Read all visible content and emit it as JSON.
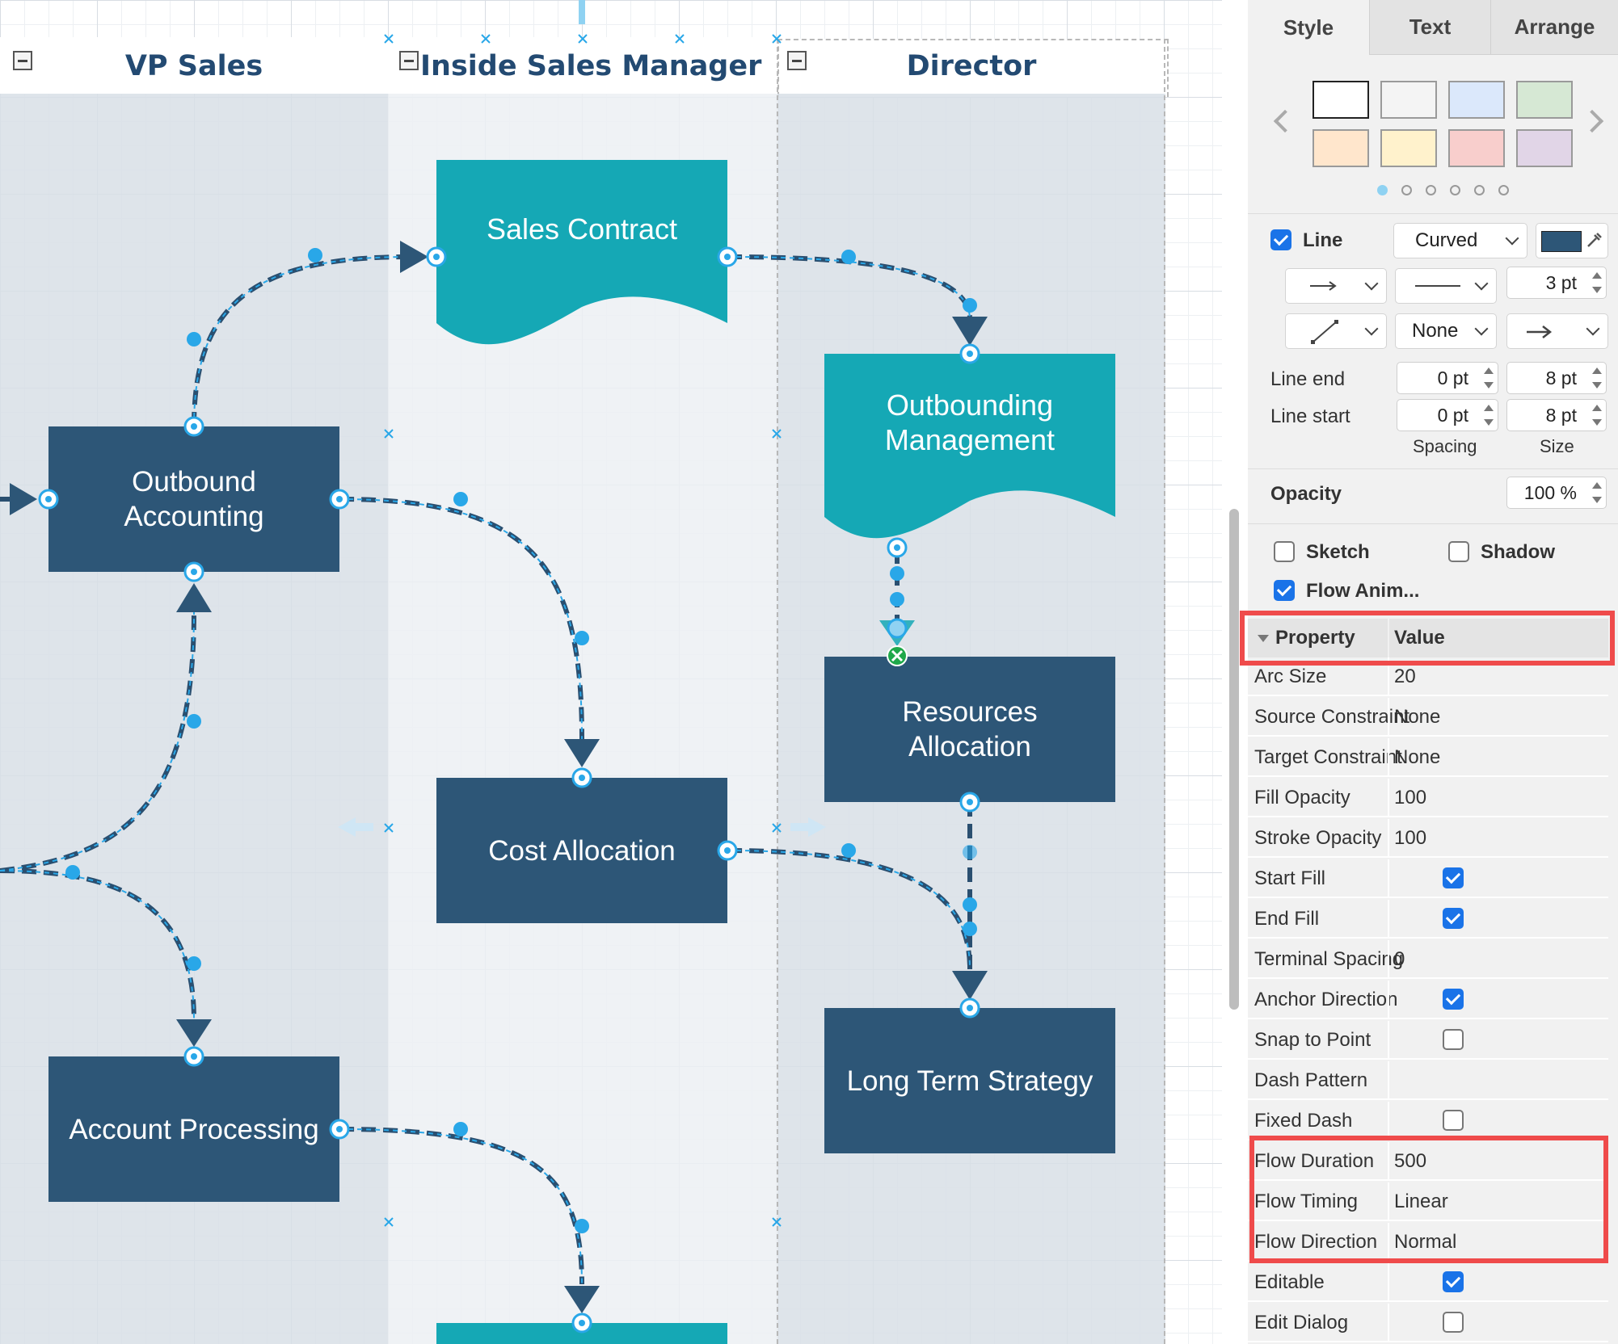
{
  "lanes": [
    {
      "title": "VP Sales"
    },
    {
      "title": "Inside Sales Manager"
    },
    {
      "title": "Director"
    }
  ],
  "shapes": {
    "sales_contract": "Sales Contract",
    "outbound_accounting": "Outbound Accounting",
    "outbounding_management_line1": "Outbounding",
    "outbounding_management_line2": "Management",
    "resources_allocation": "Resources Allocation",
    "cost_allocation": "Cost Allocation",
    "account_processing": "Account Processing",
    "long_term_strategy": "Long Term Strategy"
  },
  "colors": {
    "teal_document": "#15a8b5",
    "dark_process": "#2d5677",
    "edge": "#2a4f70",
    "selection": "#29a7e8",
    "highlight": "#ef4b4b"
  },
  "panel": {
    "tabs": [
      "Style",
      "Text",
      "Arrange"
    ],
    "swatches": [
      "#ffffff",
      "#f4f4f4",
      "#dbe8fb",
      "#d6e8d4",
      "#ffe6cc",
      "#fff2cc",
      "#f8cecc",
      "#e1d5e7"
    ],
    "line": {
      "label": "Line",
      "checked": true,
      "style": "Curved",
      "color": "#2d5677",
      "width": "3 pt",
      "waypoints": "None"
    },
    "line_end": {
      "label": "Line end",
      "spacing": "0 pt",
      "size": "8 pt"
    },
    "line_start": {
      "label": "Line start",
      "spacing": "0 pt",
      "size": "8 pt"
    },
    "spacing_label": "Spacing",
    "size_label": "Size",
    "opacity": {
      "label": "Opacity",
      "value": "100 %"
    },
    "sketch": {
      "label": "Sketch",
      "checked": false
    },
    "shadow": {
      "label": "Shadow",
      "checked": false
    },
    "flow_anim": {
      "label": "Flow Anim...",
      "checked": true
    }
  },
  "properties": {
    "header": {
      "name": "Property",
      "value": "Value"
    },
    "rows": [
      {
        "name": "Arc Size",
        "value": "20"
      },
      {
        "name": "Source Constraint",
        "value": "None"
      },
      {
        "name": "Target Constraint",
        "value": "None"
      },
      {
        "name": "Fill Opacity",
        "value": "100"
      },
      {
        "name": "Stroke Opacity",
        "value": "100"
      },
      {
        "name": "Start Fill",
        "checked": true
      },
      {
        "name": "End Fill",
        "checked": true
      },
      {
        "name": "Terminal Spacing",
        "value": "0"
      },
      {
        "name": "Anchor Direction",
        "checked": true
      },
      {
        "name": "Snap to Point",
        "checked": false
      },
      {
        "name": "Dash Pattern",
        "value": ""
      },
      {
        "name": "Fixed Dash",
        "checked": false
      },
      {
        "name": "Flow Duration",
        "value": "500"
      },
      {
        "name": "Flow Timing",
        "value": "Linear"
      },
      {
        "name": "Flow Direction",
        "value": "Normal"
      },
      {
        "name": "Editable",
        "checked": true
      },
      {
        "name": "Edit Dialog",
        "checked": false
      }
    ]
  }
}
